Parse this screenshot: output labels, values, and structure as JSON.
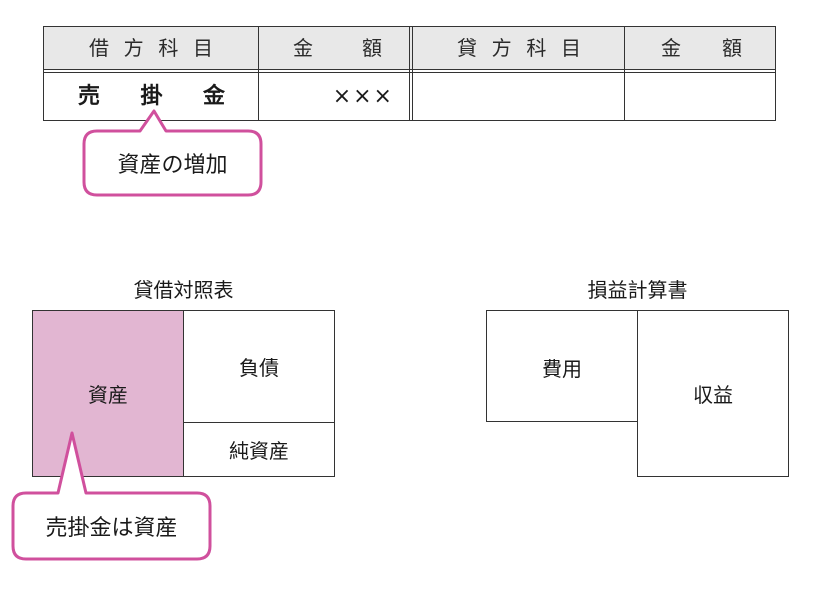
{
  "journal": {
    "header": {
      "debit_account": [
        "借",
        "方",
        "科",
        "目"
      ],
      "debit_amount": [
        "金",
        "額"
      ],
      "credit_account": [
        "貸",
        "方",
        "科",
        "目"
      ],
      "credit_amount": [
        "金",
        "額"
      ]
    },
    "entry": {
      "debit_account": [
        "売",
        "掛",
        "金"
      ],
      "debit_amount": "×××",
      "credit_account": "",
      "credit_amount": ""
    }
  },
  "callouts": {
    "asset_increase": "資産の増加",
    "receivable_is_asset": "売掛金は資産"
  },
  "balance_sheet": {
    "title": "貸借対照表",
    "assets": "資産",
    "liabilities": "負債",
    "net_assets": "純資産"
  },
  "income_statement": {
    "title": "損益計算書",
    "expenses": "費用",
    "revenue": "収益"
  },
  "colors": {
    "callout_border": "#d0509d",
    "asset_fill": "#e2b6d2",
    "table_header_bg": "#e8e8e8",
    "line": "#333333"
  }
}
